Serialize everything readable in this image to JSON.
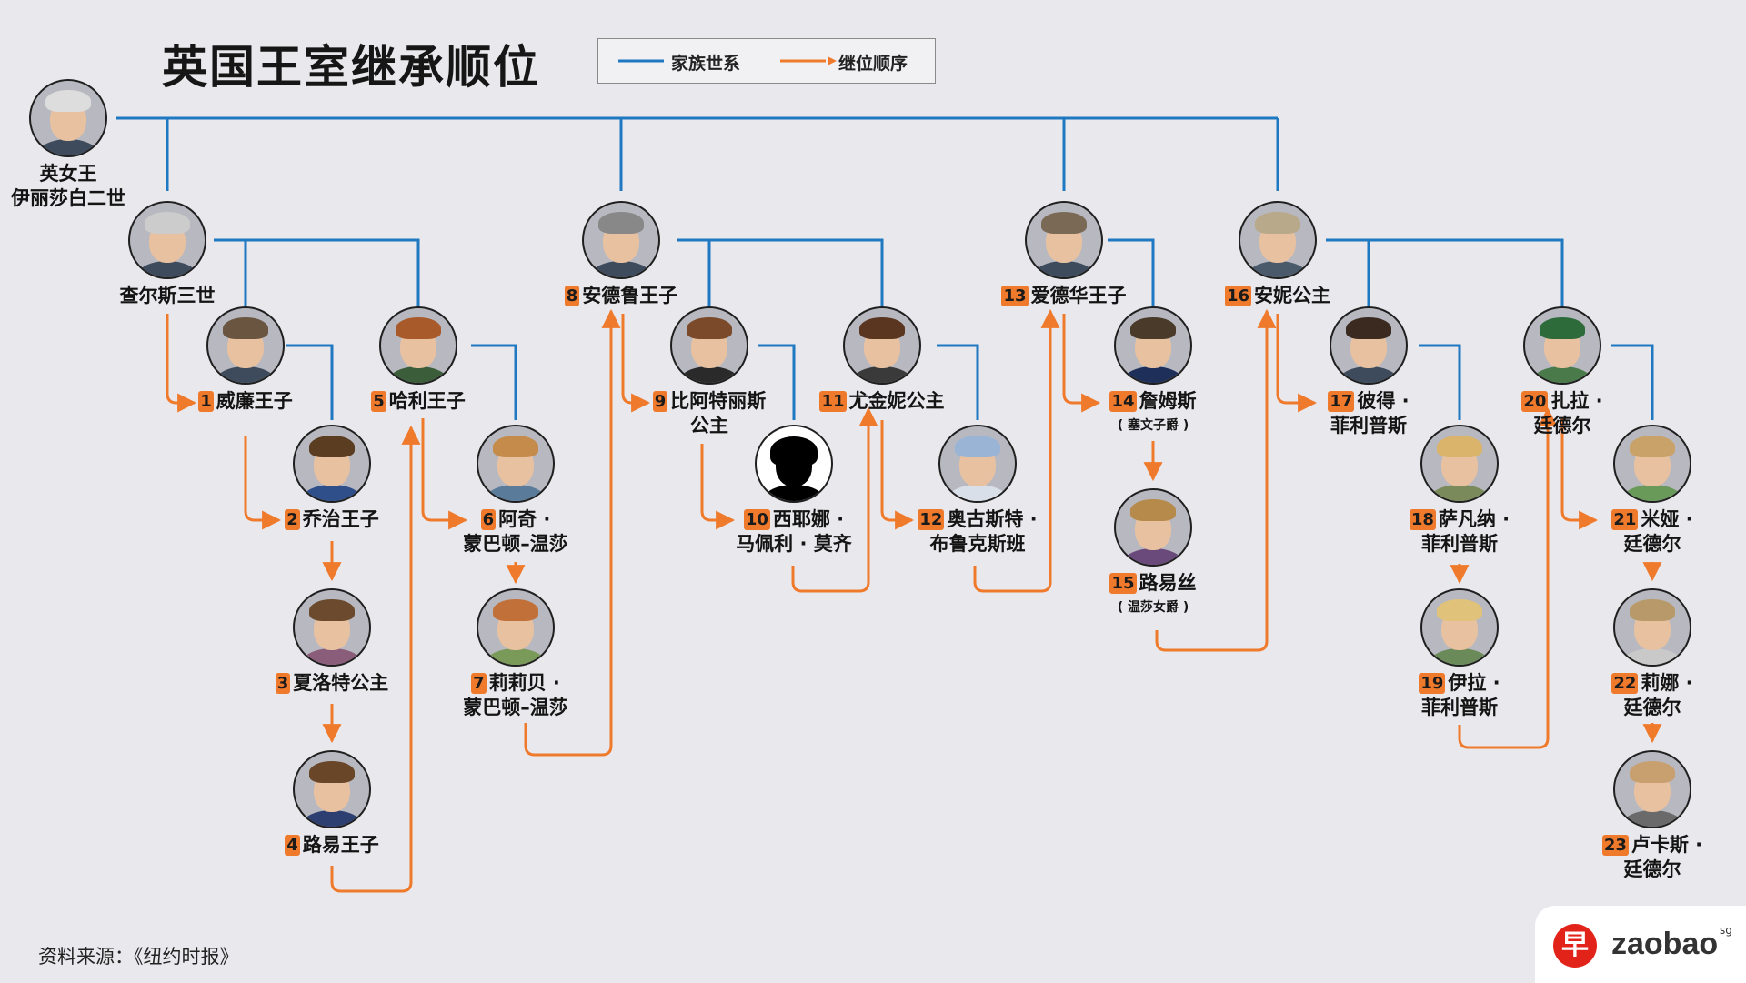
{
  "title": "英国王室继承顺位",
  "legend": {
    "family": "家族世系",
    "succession": "继位顺序"
  },
  "colors": {
    "family_line": "#1e78c2",
    "succession_line": "#f07a2c",
    "number_badge": "#f07a2c",
    "background": "#e9e9ed"
  },
  "people": [
    {
      "name": "英女王",
      "name2": "伊丽莎白二世"
    },
    {
      "name": "查尔斯三世"
    },
    {
      "num": "1",
      "name": "威廉王子"
    },
    {
      "num": "2",
      "name": "乔治王子"
    },
    {
      "num": "3",
      "name": "夏洛特公主"
    },
    {
      "num": "4",
      "name": "路易王子"
    },
    {
      "num": "5",
      "name": "哈利王子"
    },
    {
      "num": "6",
      "name": "阿奇 ·",
      "name2": "蒙巴顿–温莎"
    },
    {
      "num": "7",
      "name": "莉莉贝 ·",
      "name2": "蒙巴顿–温莎"
    },
    {
      "num": "8",
      "name": "安德鲁王子"
    },
    {
      "num": "9",
      "name": "比阿特丽斯",
      "name2": "公主"
    },
    {
      "num": "10",
      "name": "西耶娜 ·",
      "name2": "马佩利 · 莫齐"
    },
    {
      "num": "11",
      "name": "尤金妮公主"
    },
    {
      "num": "12",
      "name": "奥古斯特 ·",
      "name2": "布鲁克斯班"
    },
    {
      "num": "13",
      "name": "爱德华王子"
    },
    {
      "num": "14",
      "name": "詹姆斯",
      "sub": "( 塞文子爵 )"
    },
    {
      "num": "15",
      "name": "路易丝",
      "sub": "( 温莎女爵 )"
    },
    {
      "num": "16",
      "name": "安妮公主"
    },
    {
      "num": "17",
      "name": "彼得 ·",
      "name2": "菲利普斯"
    },
    {
      "num": "18",
      "name": "萨凡纳 ·",
      "name2": "菲利普斯"
    },
    {
      "num": "19",
      "name": "伊拉 ·",
      "name2": "菲利普斯"
    },
    {
      "num": "20",
      "name": "扎拉 ·",
      "name2": "廷德尔"
    },
    {
      "num": "21",
      "name": "米娅 ·",
      "name2": "廷德尔"
    },
    {
      "num": "22",
      "name": "莉娜 ·",
      "name2": "廷德尔"
    },
    {
      "num": "23",
      "name": "卢卡斯 ·",
      "name2": "廷德尔"
    }
  ],
  "source": "资料来源：《纽约时报》",
  "logo": {
    "mark": "早",
    "text": "zaobao",
    "suffix": "sg"
  }
}
